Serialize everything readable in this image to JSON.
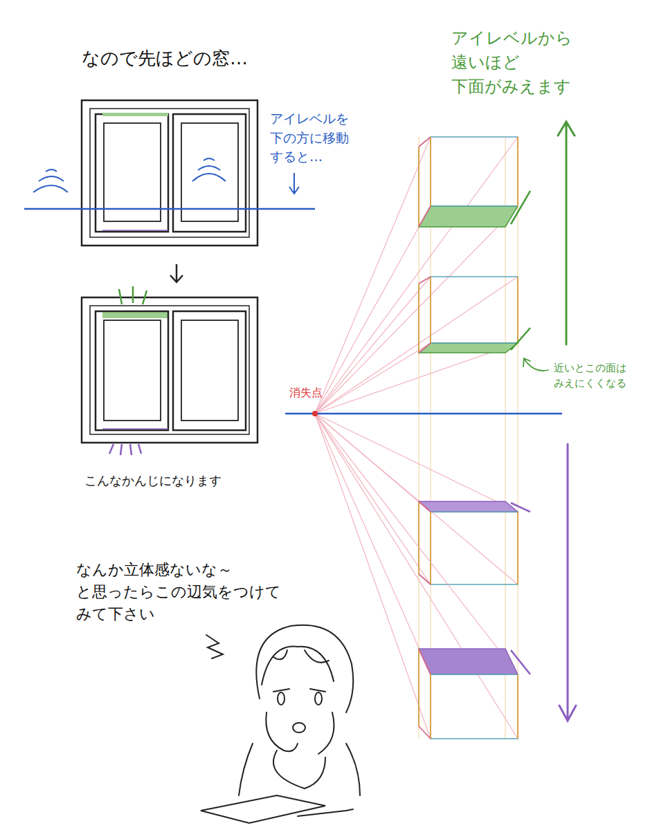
{
  "diagram": {
    "title": "なので先ほどの窓…",
    "labels": [
      "アイレベルを 下の方に移動 すると…",
      "こんなかんじになります",
      "消失点",
      "アイレベルから 遠いほど 下面がみえます",
      "近いとこの面は みえにくくなる",
      "なんか立体感ないな～ と思ったらこの辺気をつけて みて下さい"
    ]
  }
}
